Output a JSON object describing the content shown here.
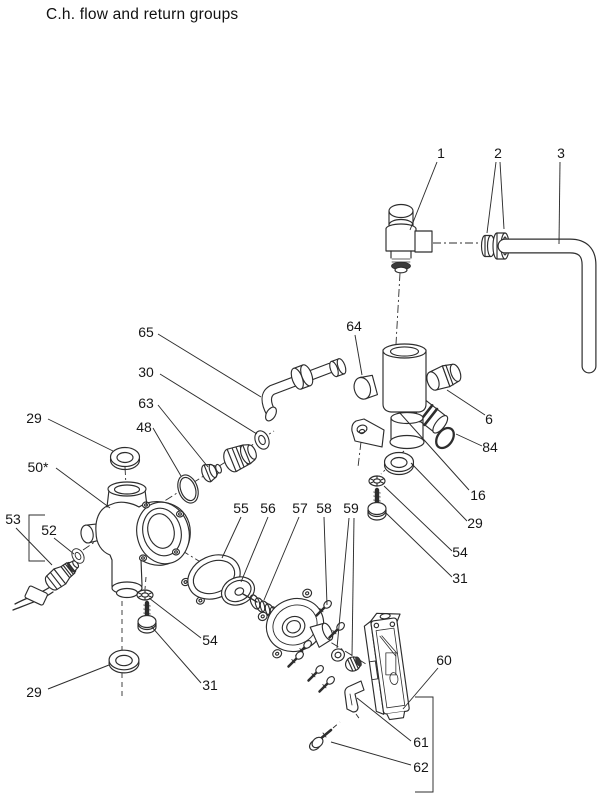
{
  "title": "C.h. flow and return groups",
  "colors": {
    "line": "#2d2d2d",
    "background": "#ffffff",
    "text": "#111111"
  },
  "diagram": {
    "labels": {
      "p1": "1",
      "p2": "2",
      "p3": "3",
      "p6": "6",
      "p16": "16",
      "p29a": "29",
      "p29b": "29",
      "p29c": "29",
      "p30": "30",
      "p31a": "31",
      "p31b": "31",
      "p48": "48",
      "p50": "50*",
      "p52": "52",
      "p53": "53",
      "p54a": "54",
      "p54b": "54",
      "p55": "55",
      "p56": "56",
      "p57": "57",
      "p58": "58",
      "p59": "59",
      "p60": "60",
      "p61": "61",
      "p62": "62",
      "p63": "63",
      "p64": "64",
      "p65": "65",
      "p84": "84"
    }
  }
}
